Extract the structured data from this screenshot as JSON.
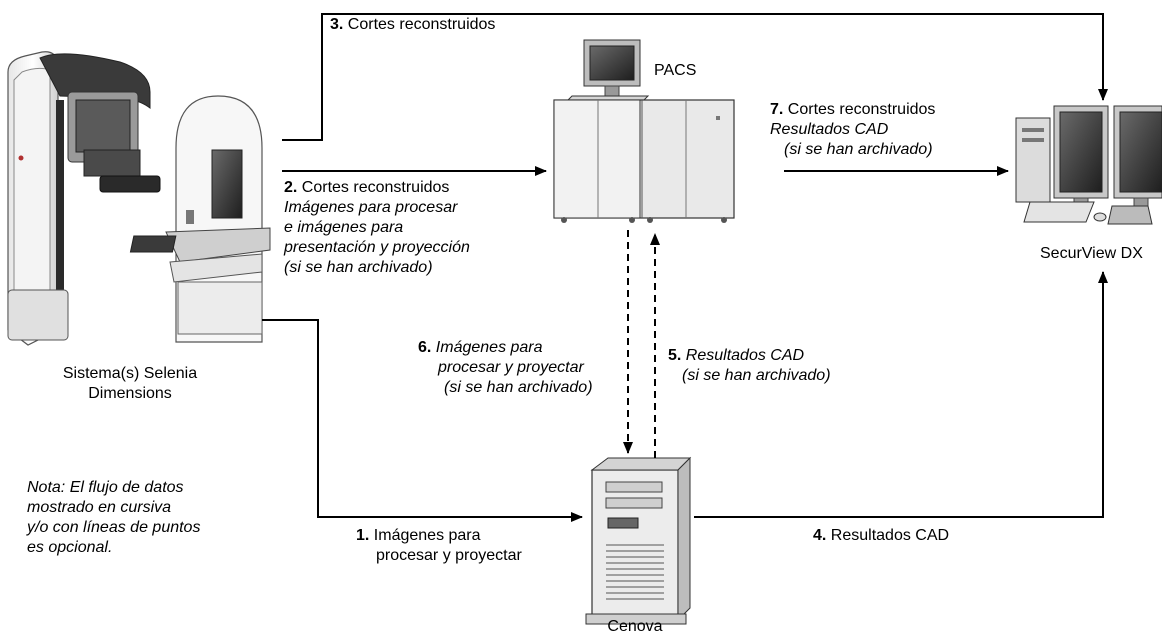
{
  "nodes": {
    "selenia": {
      "label_line1": "Sistema(s) Selenia",
      "label_line2": "Dimensions",
      "icon": "mammography-system-icon"
    },
    "pacs": {
      "label": "PACS",
      "icon": "pacs-server-icon"
    },
    "securview": {
      "label": "SecurView DX",
      "icon": "workstation-icon"
    },
    "cenova": {
      "label": "Cenova",
      "icon": "tower-server-icon"
    }
  },
  "flows": {
    "f1": {
      "num": "1.",
      "line1": "Imágenes para",
      "line2": "procesar y proyectar"
    },
    "f2": {
      "num": "2.",
      "line1": "Cortes reconstruidos",
      "line2": "Imágenes para procesar",
      "line3": "e imágenes para",
      "line4": "presentación y proyección",
      "line5": "(si se han archivado)"
    },
    "f3": {
      "num": "3.",
      "line1": "Cortes reconstruidos"
    },
    "f4": {
      "num": "4.",
      "line1": "Resultados CAD"
    },
    "f5": {
      "num": "5.",
      "line1": "Resultados CAD",
      "line2": "(si se han archivado)"
    },
    "f6": {
      "num": "6.",
      "line1": "Imágenes para",
      "line2": "procesar y proyectar",
      "line3": "(si se han archivado)"
    },
    "f7": {
      "num": "7.",
      "line1": "Cortes reconstruidos",
      "line2": "Resultados CAD",
      "line3": "(si se han archivado)"
    }
  },
  "note": {
    "line1": "Nota: El flujo de datos",
    "line2": "mostrado en cursiva",
    "line3": "y/o con líneas de puntos",
    "line4": "es opcional."
  }
}
